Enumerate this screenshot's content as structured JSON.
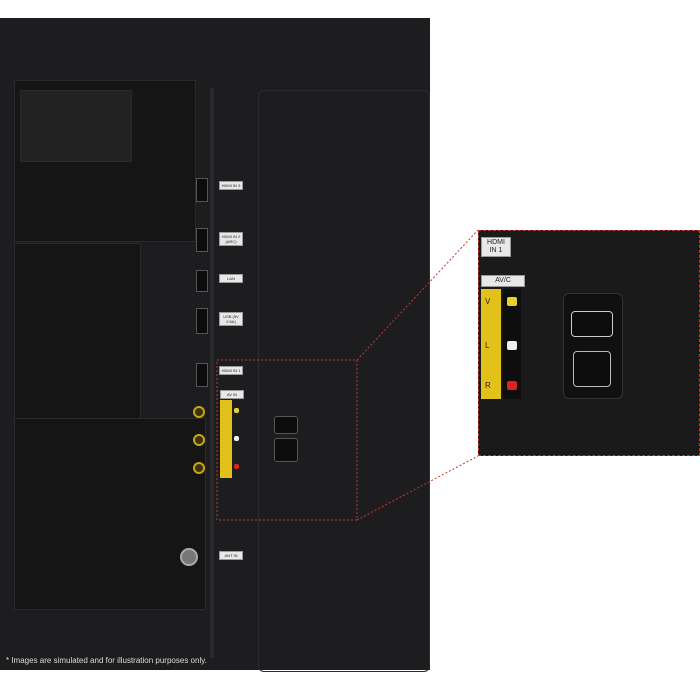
{
  "panel_labels": {
    "hdmi3": "HDMI IN 3",
    "hdmi2": "HDMI IN 2 (ARC)",
    "lan": "LAN",
    "usb": "USB (5V 0.5A)",
    "hdmi1": "HDMI IN 1",
    "av_in": "AV IN",
    "ant_in": "ANT IN"
  },
  "callout": {
    "hdmi_label": "HDMI IN 1",
    "av_label": "AV/C",
    "av_jacks": [
      "V",
      "L",
      "R"
    ]
  },
  "footnote": "* Images are simulated and for illustration purposes only.",
  "colors": {
    "panel": "#1d1d1f",
    "av_strip": "#e2c21a",
    "callout_border": "#c0392b"
  }
}
